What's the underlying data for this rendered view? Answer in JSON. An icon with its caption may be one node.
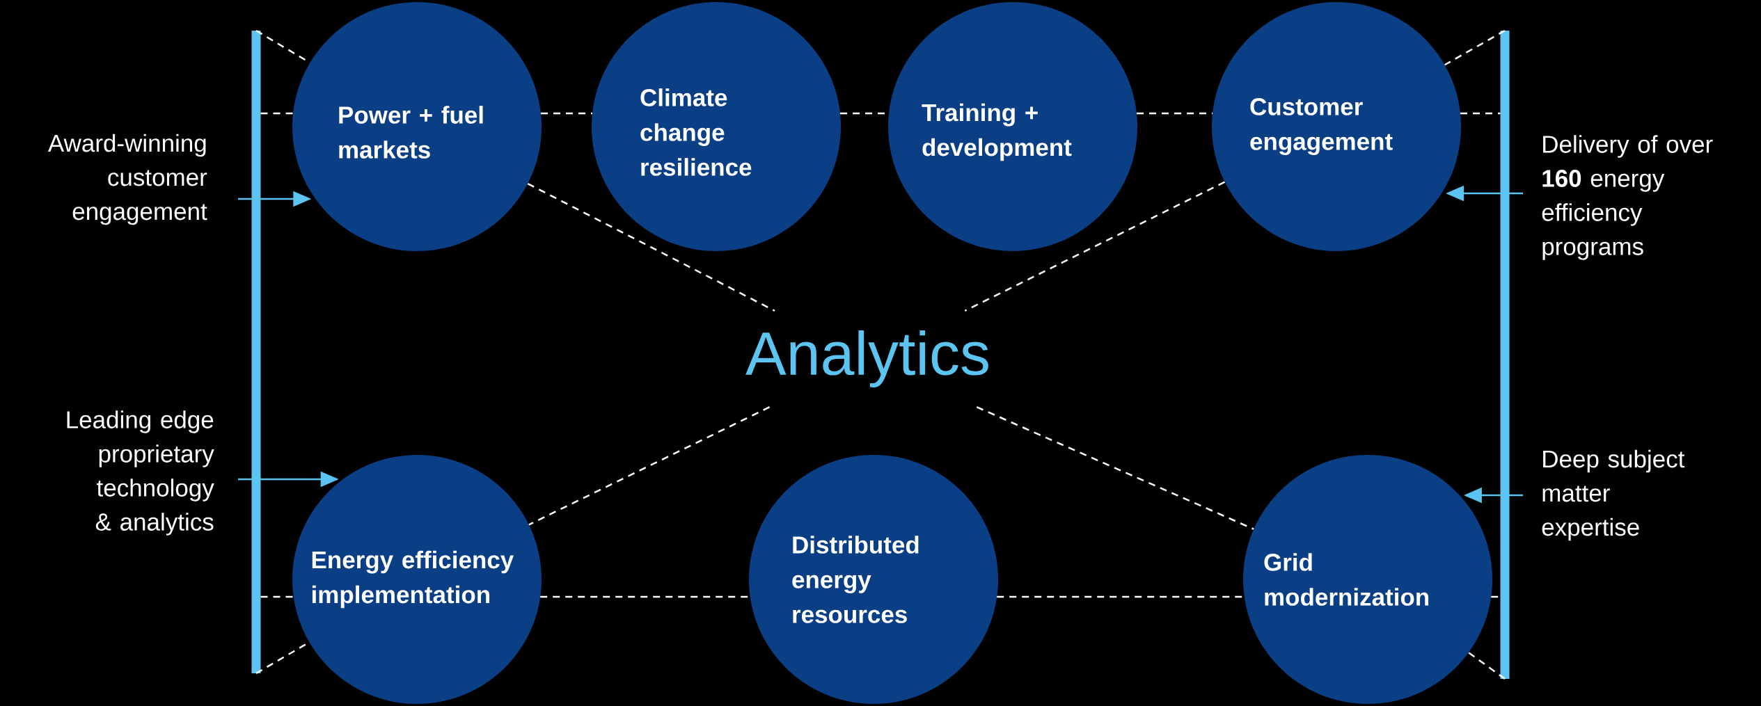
{
  "diagram": {
    "nodes": [
      {
        "text": [
          "Power + fuel markets"
        ]
      },
      {
        "text": [
          "Climate change resilience"
        ]
      },
      {
        "text": [
          "Training + development"
        ]
      },
      {
        "text": [
          "Customer engagement"
        ]
      },
      {
        "text": [
          "Energy efficiency implementation"
        ]
      },
      {
        "text": [
          "Distributed energy resources"
        ]
      },
      {
        "text": [
          "Grid modernization"
        ]
      },
      {
        "text": [
          "Analytics"
        ]
      },
      {
        "text": [],
        "shape": "bar"
      },
      {
        "text": [],
        "shape": "bar"
      },
      {
        "text": [
          "Award-winning customer engagement"
        ]
      },
      {
        "text": [
          "Leading edge proprietary technology & analytics"
        ]
      },
      {
        "text": [
          "Delivery of over **160** energy efficiency programs"
        ]
      },
      {
        "text": [
          "Deep subject matter expertise"
        ]
      }
    ],
    "edges": [
      {
        "from": 8,
        "to": 0,
        "arrow": "none",
        "style": "dashed"
      },
      {
        "from": 0,
        "to": 1,
        "arrow": "none",
        "style": "dashed"
      },
      {
        "from": 1,
        "to": 2,
        "arrow": "none",
        "style": "dashed"
      },
      {
        "from": 2,
        "to": 3,
        "arrow": "none",
        "style": "dashed"
      },
      {
        "from": 3,
        "to": 9,
        "arrow": "none",
        "style": "dashed"
      },
      {
        "from": 8,
        "to": 4,
        "arrow": "none",
        "style": "dashed"
      },
      {
        "from": 4,
        "to": 5,
        "arrow": "none",
        "style": "dashed"
      },
      {
        "from": 5,
        "to": 6,
        "arrow": "none",
        "style": "dashed"
      },
      {
        "from": 6,
        "to": 9,
        "arrow": "none",
        "style": "dashed"
      },
      {
        "from": 8,
        "to": 0,
        "arrow": "none",
        "style": "dashed"
      },
      {
        "from": 0,
        "to": 7,
        "arrow": "none",
        "style": "dashed"
      },
      {
        "from": 3,
        "to": 7,
        "arrow": "none",
        "style": "dashed"
      },
      {
        "from": 7,
        "to": 4,
        "arrow": "none",
        "style": "dashed"
      },
      {
        "from": 7,
        "to": 6,
        "arrow": "none",
        "style": "dashed"
      },
      {
        "from": 8,
        "to": 4,
        "arrow": "none",
        "style": "dashed"
      },
      {
        "from": 9,
        "to": 3,
        "arrow": "none",
        "style": "dashed"
      },
      {
        "from": 9,
        "to": 6,
        "arrow": "none",
        "style": "dashed"
      },
      {
        "from": 10,
        "to": 0,
        "arrow": "to",
        "color": "#5bc4f1"
      },
      {
        "from": 11,
        "to": 4,
        "arrow": "to",
        "color": "#5bc4f1"
      },
      {
        "from": 12,
        "to": 3,
        "arrow": "to",
        "color": "#5bc4f1"
      },
      {
        "from": 13,
        "to": 6,
        "arrow": "to",
        "color": "#5bc4f1"
      }
    ]
  }
}
